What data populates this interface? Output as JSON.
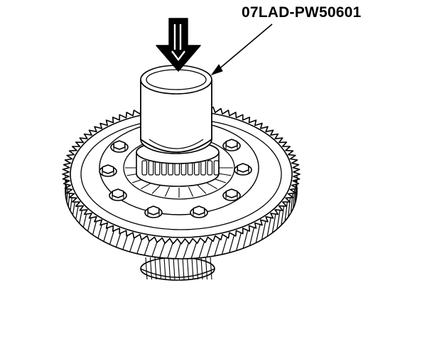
{
  "diagram": {
    "tool_label": "07LAD-PW50601",
    "colors": {
      "ink": "#000000",
      "paper": "#ffffff"
    },
    "parts": [
      {
        "name": "installer-tool",
        "icon": "cylinder"
      },
      {
        "name": "press-direction-arrow",
        "icon": "down-arrow-icon"
      },
      {
        "name": "bearing",
        "icon": "tapered-roller-bearing"
      },
      {
        "name": "final-driven-gear",
        "icon": "helical-gear"
      },
      {
        "name": "differential-carrier",
        "icon": "carrier"
      },
      {
        "name": "mounting-bolts",
        "icon": "hex-bolt",
        "count": 8
      },
      {
        "name": "lower-bearing",
        "icon": "tapered-roller-bearing"
      }
    ]
  }
}
